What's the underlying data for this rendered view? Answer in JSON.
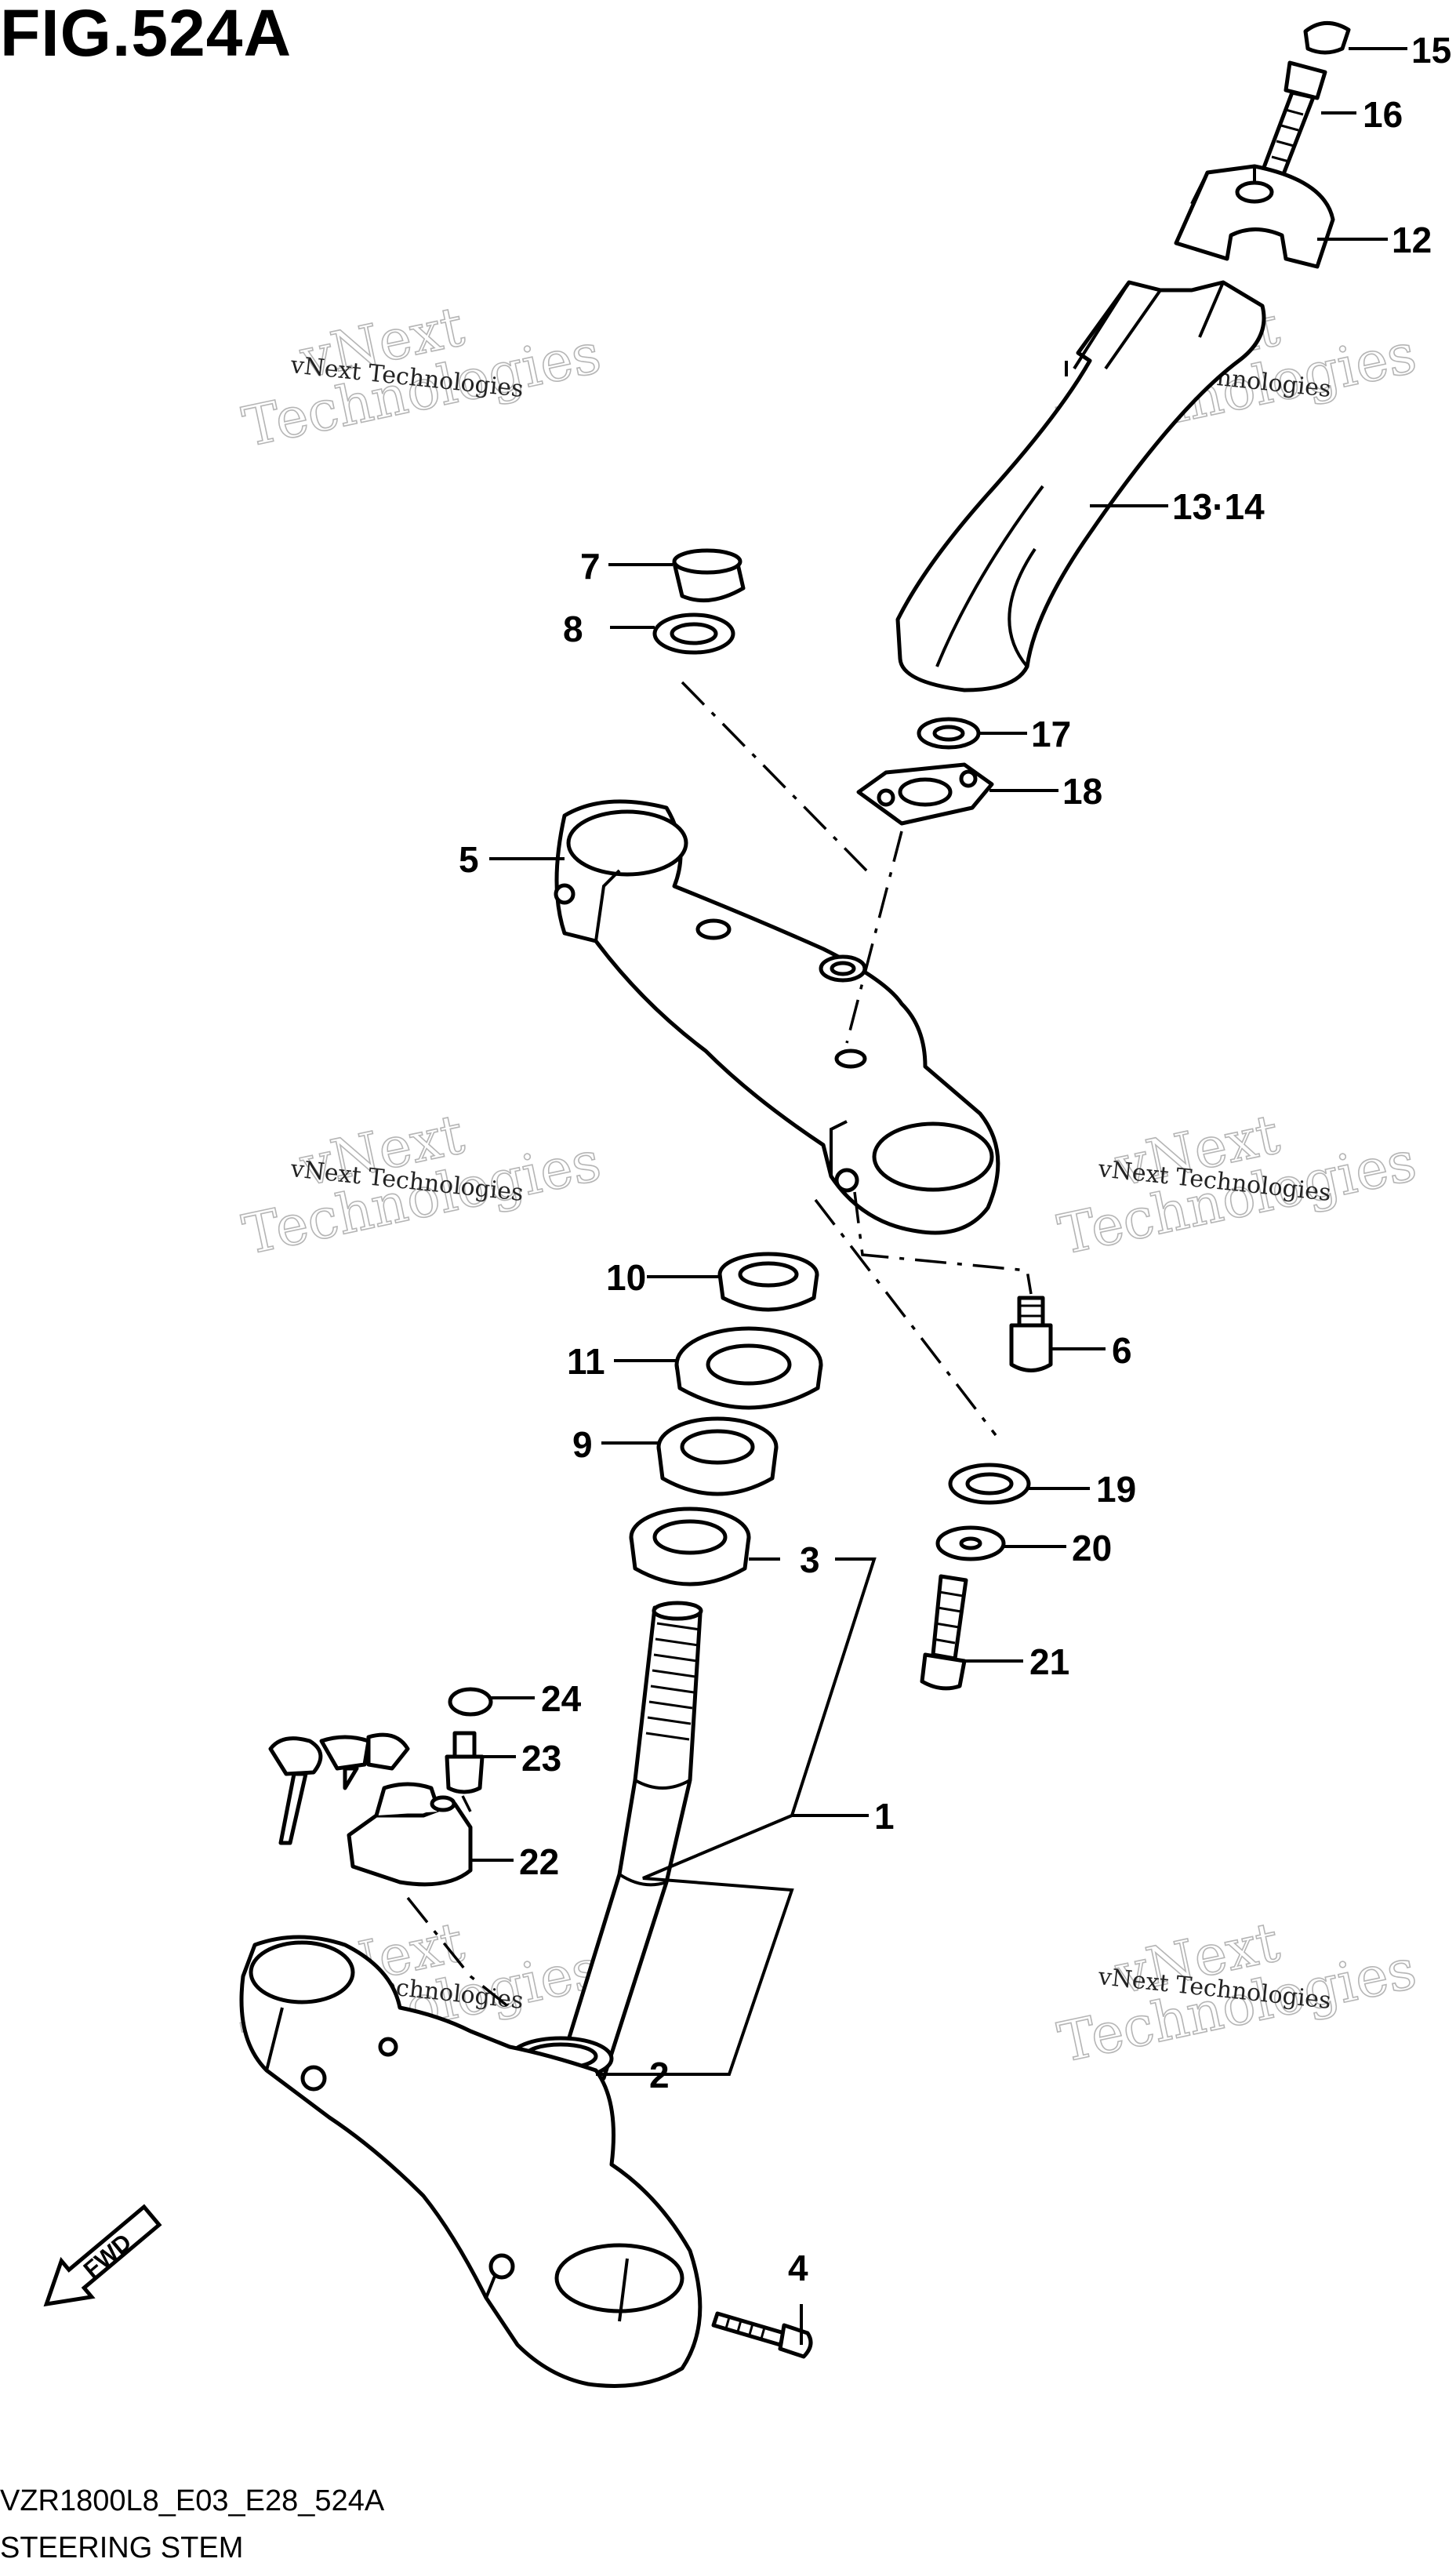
{
  "header": {
    "title": "FIG.524A"
  },
  "footer": {
    "code": "VZR1800L8_E03_E28_524A",
    "caption": "STEERING STEM"
  },
  "callouts": [
    "15",
    "16",
    "12",
    "13·14",
    "7",
    "8",
    "17",
    "18",
    "5",
    "10",
    "6",
    "11",
    "9",
    "19",
    "3",
    "20",
    "21",
    "24",
    "23",
    "1",
    "22",
    "2",
    "4"
  ],
  "watermark": {
    "small": "vNext Technologies",
    "large_line1": "vNext",
    "large_line2": "Technologies"
  },
  "badge": {
    "fwd": "FWD"
  }
}
